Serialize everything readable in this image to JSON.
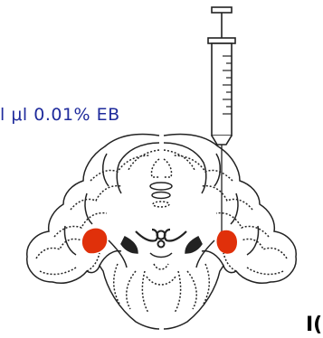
{
  "annotation": {
    "injection_label": "l μl 0.01% EB",
    "corner_text": "I("
  },
  "colors": {
    "label_blue": "#1f2b9c",
    "lesion_red": "#e0300a",
    "outline": "#222222"
  },
  "icons": {
    "syringe": "syringe-icon",
    "brain_section": "brain-coronal-section"
  }
}
